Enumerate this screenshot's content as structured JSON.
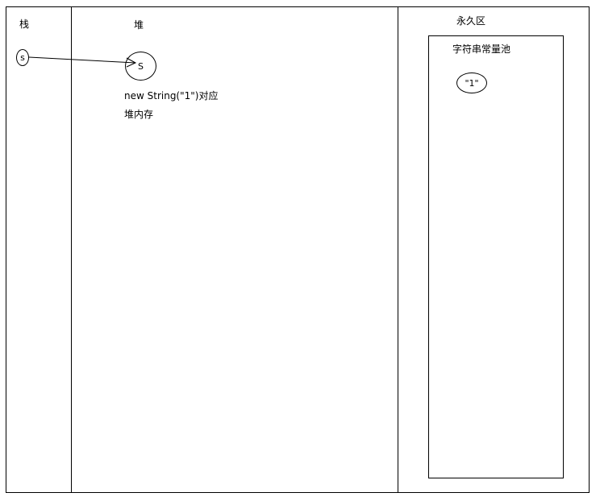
{
  "regions": {
    "stack": {
      "title": "栈"
    },
    "heap": {
      "title": "堆",
      "object_label": "S",
      "caption_line1": "new String(\"1\")对应",
      "caption_line2": "堆内存"
    },
    "permanent": {
      "title": "永久区",
      "pool_title": "字符串常量池",
      "pool_item": "\"1\""
    }
  },
  "stack_variable": {
    "label": "s"
  }
}
